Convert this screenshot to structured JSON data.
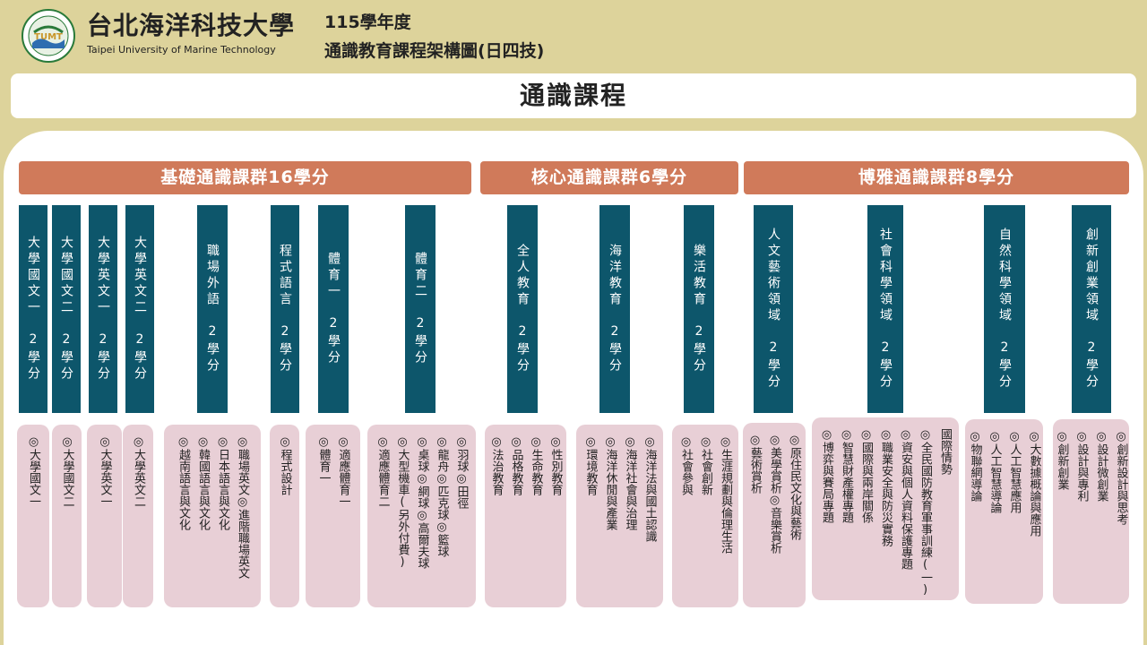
{
  "header": {
    "university_zh": "台北海洋科技大學",
    "university_en": "Taipei University of Marine Technology",
    "year": "115學年度",
    "subtitle": "通識教育課程架構圖(日四技)",
    "logo_text": "TUMT"
  },
  "title": "通識課程",
  "colors": {
    "background": "#ddd39b",
    "group": "#d07a5a",
    "course": "#0d566b",
    "subject": "#e8cfd6"
  },
  "groups": [
    {
      "label": "基礎通識課群16學分"
    },
    {
      "label": "核心通識課群6學分"
    },
    {
      "label": "博雅通識課群8學分"
    }
  ],
  "courses": [
    {
      "name": "大學國文一",
      "credits": "2學分",
      "subjects": [
        "◎大學國文一"
      ]
    },
    {
      "name": "大學國文二",
      "credits": "2學分",
      "subjects": [
        "◎大學國文二"
      ]
    },
    {
      "name": "大學英文一",
      "credits": "2學分",
      "subjects": [
        "◎大學英文一"
      ]
    },
    {
      "name": "大學英文二",
      "credits": "2學分",
      "subjects": [
        "◎大學英文二"
      ]
    },
    {
      "name": "職場外語",
      "credits": "2學分",
      "subjects": [
        "◎職場英文◎進階職場英文",
        "◎日本語言與文化",
        "◎韓國語言與文化",
        "◎越南語言與文化"
      ]
    },
    {
      "name": "程式語言",
      "credits": "2學分",
      "subjects": [
        "◎程式設計"
      ]
    },
    {
      "name": "體育一",
      "credits": "2學分",
      "subjects": [
        "◎適應體育一",
        "◎體育一"
      ]
    },
    {
      "name": "體育二",
      "credits": "2學分",
      "subjects": [
        "◎羽球◎田徑",
        "◎龍舟◎匹克球◎籃球",
        "◎桌球◎網球◎高爾夫球",
        "◎大型機車(另外付費)",
        "◎適應體育二"
      ]
    },
    {
      "name": "全人教育",
      "credits": "2學分",
      "subjects": [
        "◎性別教育",
        "◎生命教育",
        "◎品格教育",
        "◎法治教育"
      ]
    },
    {
      "name": "海洋教育",
      "credits": "2學分",
      "subjects": [
        "◎海洋法與國土認識",
        "◎海洋社會與治理",
        "◎海洋休閒與產業",
        "◎環境教育"
      ]
    },
    {
      "name": "樂活教育",
      "credits": "2學分",
      "subjects": [
        "◎生涯規劃與倫理生活",
        "◎社會創新",
        "◎社會參與"
      ]
    },
    {
      "name": "人文藝術領域",
      "credits": "2學分",
      "subjects": [
        "◎原住民文化與藝術",
        "◎美學賞析◎音樂賞析",
        "◎藝術賞析"
      ]
    },
    {
      "name": "社會科學領域",
      "credits": "2學分",
      "subjects": [
        "國際情勢",
        "◎全民國防教育軍事訓練(一)",
        "◎資安與個人資料保護專題",
        "◎職業安全與防災實務",
        "◎國際與兩岸關係",
        "◎智慧財產權專題",
        "◎博弈與賽局專題"
      ]
    },
    {
      "name": "自然科學領域",
      "credits": "2學分",
      "subjects": [
        "◎大數據概論與應用",
        "◎人工智慧應用",
        "◎人工智慧導論",
        "◎物聯網導論"
      ]
    },
    {
      "name": "創新創業領域",
      "credits": "2學分",
      "subjects": [
        "◎創新設計與思考",
        "◎設計微創業",
        "◎設計與專利",
        "◎創新創業"
      ]
    }
  ]
}
